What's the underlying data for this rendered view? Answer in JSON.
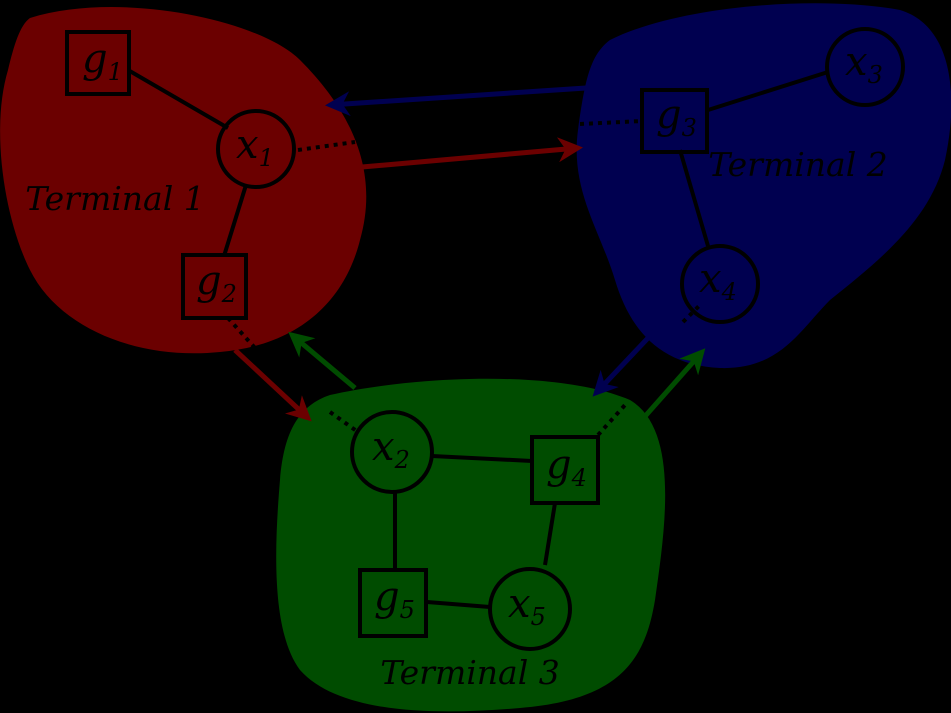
{
  "colors": {
    "background": "#000000",
    "terminal_1": "#6b0000",
    "terminal_2": "#000050",
    "terminal_3": "#004c00",
    "node_stroke": "#000000"
  },
  "terminals": [
    {
      "id": "t1",
      "label": "Terminal 1"
    },
    {
      "id": "t2",
      "label": "Terminal 2"
    },
    {
      "id": "t3",
      "label": "Terminal 3"
    }
  ],
  "nodes": [
    {
      "id": "g1",
      "shape": "square",
      "base": "g",
      "sub": "1"
    },
    {
      "id": "x1",
      "shape": "circle",
      "base": "x",
      "sub": "1"
    },
    {
      "id": "g2",
      "shape": "square",
      "base": "g",
      "sub": "2"
    },
    {
      "id": "g3",
      "shape": "square",
      "base": "g",
      "sub": "3"
    },
    {
      "id": "x3",
      "shape": "circle",
      "base": "x",
      "sub": "3"
    },
    {
      "id": "x4",
      "shape": "circle",
      "base": "x",
      "sub": "4"
    },
    {
      "id": "x2",
      "shape": "circle",
      "base": "x",
      "sub": "2"
    },
    {
      "id": "g4",
      "shape": "square",
      "base": "g",
      "sub": "4"
    },
    {
      "id": "g5",
      "shape": "square",
      "base": "g",
      "sub": "5"
    },
    {
      "id": "x5",
      "shape": "circle",
      "base": "x",
      "sub": "5"
    }
  ],
  "edges": [
    [
      "g1",
      "x1"
    ],
    [
      "x1",
      "g2"
    ],
    [
      "g3",
      "x3"
    ],
    [
      "g3",
      "x4"
    ],
    [
      "x2",
      "g4"
    ],
    [
      "x2",
      "g5"
    ],
    [
      "g5",
      "x5"
    ],
    [
      "x5",
      "g4"
    ]
  ],
  "links": [
    {
      "from": "Terminal 1",
      "to": "Terminal 2",
      "color": "#6b0000"
    },
    {
      "from": "Terminal 2",
      "to": "Terminal 1",
      "color": "#000050"
    },
    {
      "from": "Terminal 1",
      "to": "Terminal 3",
      "color": "#6b0000"
    },
    {
      "from": "Terminal 3",
      "to": "Terminal 1",
      "color": "#004c00"
    },
    {
      "from": "Terminal 2",
      "to": "Terminal 3",
      "color": "#000050"
    },
    {
      "from": "Terminal 3",
      "to": "Terminal 2",
      "color": "#004c00"
    }
  ]
}
